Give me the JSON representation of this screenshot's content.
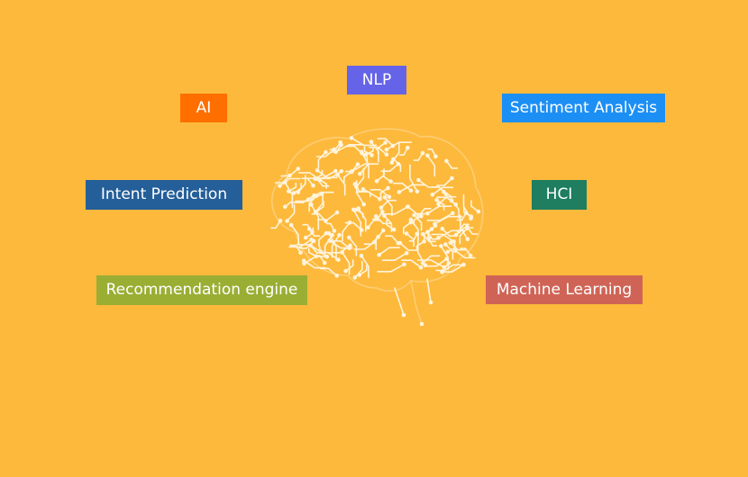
{
  "background": "#FDB93C",
  "center_icon": "circuit-brain-icon",
  "labels": [
    {
      "id": "nlp",
      "text": "NLP",
      "color": "#6563E8"
    },
    {
      "id": "ai",
      "text": "AI",
      "color": "#FF6F00"
    },
    {
      "id": "sentiment",
      "text": "Sentiment Analysis",
      "color": "#1C8FF5"
    },
    {
      "id": "intent",
      "text": "Intent Prediction",
      "color": "#255F99"
    },
    {
      "id": "hci",
      "text": "HCI",
      "color": "#1E7E5F"
    },
    {
      "id": "recommend",
      "text": "Recommendation engine",
      "color": "#9AAE34"
    },
    {
      "id": "ml",
      "text": "Machine Learning",
      "color": "#CF6456"
    }
  ]
}
